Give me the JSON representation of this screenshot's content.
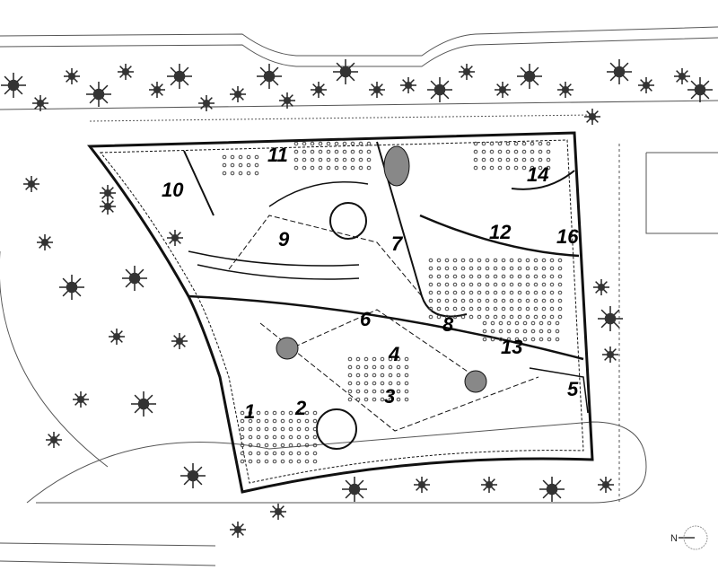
{
  "plan": {
    "labels": [
      "1",
      "2",
      "3",
      "4",
      "5",
      "6",
      "7",
      "8",
      "9",
      "10",
      "11",
      "12",
      "13",
      "14",
      "16"
    ],
    "north_arrow": "N"
  }
}
